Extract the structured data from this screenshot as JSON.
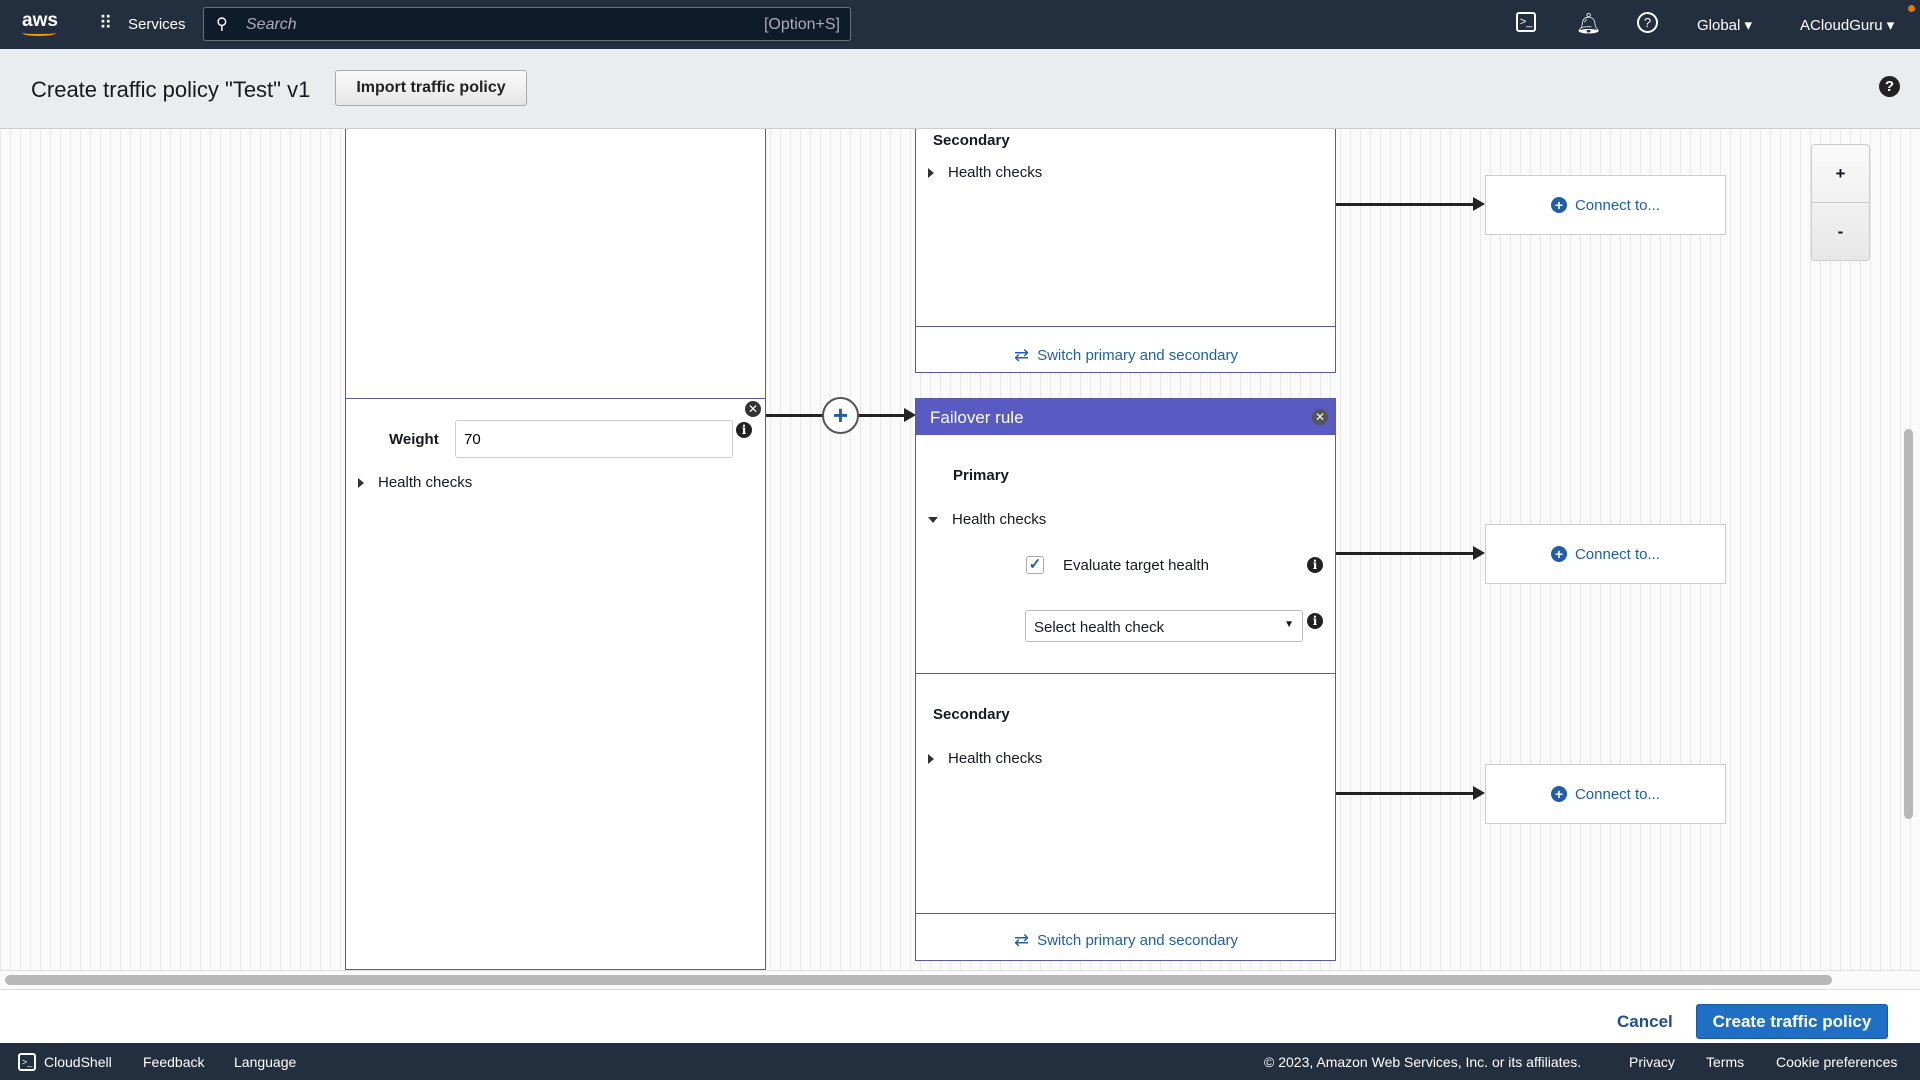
{
  "topnav": {
    "logo": "aws",
    "services": "Services",
    "search_placeholder": "Search",
    "search_shortcut": "[Option+S]",
    "region": "Global",
    "account": "ACloudGuru"
  },
  "header": {
    "title": "Create traffic policy \"Test\" v1",
    "import_button": "Import traffic policy"
  },
  "canvas": {
    "weighted_rule": {
      "weight_label": "Weight",
      "weight_value": "70",
      "health_checks": "Health checks"
    },
    "top_failover": {
      "secondary_label": "Secondary",
      "health_checks": "Health checks",
      "switch_label": "Switch primary and secondary"
    },
    "failover_rule": {
      "title": "Failover rule",
      "header_color": "#5a5bc2",
      "primary_label": "Primary",
      "primary_health_checks": "Health checks",
      "evaluate_target_health": "Evaluate target health",
      "evaluate_checked": true,
      "select_health_check": "Select health check",
      "secondary_label": "Secondary",
      "secondary_health_checks": "Health checks",
      "switch_label": "Switch primary and secondary"
    },
    "connect_label": "Connect to...",
    "zoom_in": "+",
    "zoom_out": "-"
  },
  "actions": {
    "cancel": "Cancel",
    "create": "Create traffic policy",
    "accent": "#1f6fc5"
  },
  "footer": {
    "cloudshell": "CloudShell",
    "feedback": "Feedback",
    "language": "Language",
    "copyright": "© 2023, Amazon Web Services, Inc. or its affiliates.",
    "privacy": "Privacy",
    "terms": "Terms",
    "cookie": "Cookie preferences"
  }
}
